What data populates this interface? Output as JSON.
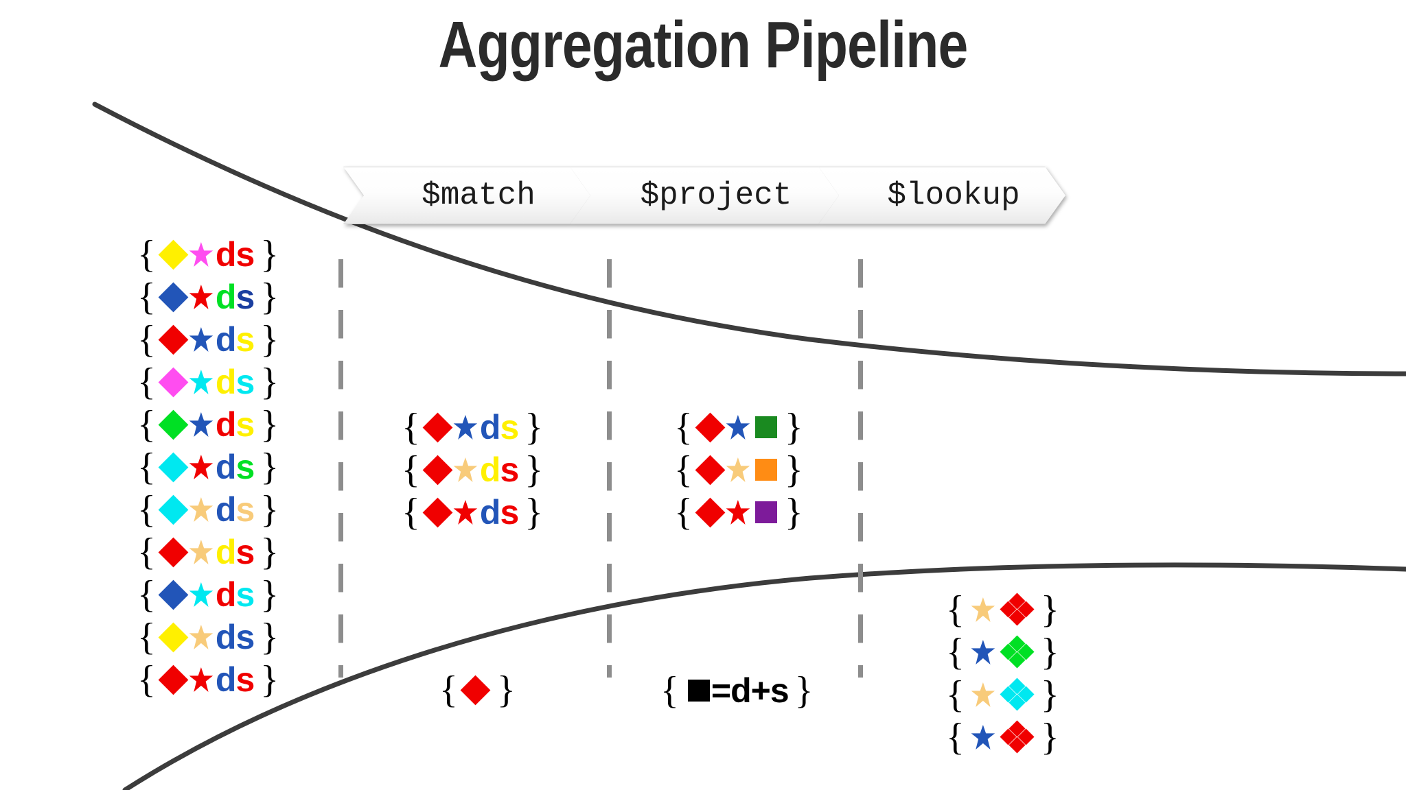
{
  "title": "Aggregation Pipeline",
  "palette": {
    "red": "#f00000",
    "blue": "#2255b8",
    "royal_blue": "#1b3fa0",
    "green": "#00e024",
    "dark_green": "#1a8a20",
    "cyan": "#00e8f0",
    "magenta": "#ff4df0",
    "yellow": "#fff000",
    "tan": "#f8cb7a",
    "orange": "#ff8c14",
    "purple": "#7d1b9a",
    "black": "#000000",
    "curve": "#3c3c3c",
    "divider": "#8d8d8d",
    "title": "#2b2b2b"
  },
  "banner": {
    "stages": [
      {
        "label": "$match"
      },
      {
        "label": "$project"
      },
      {
        "label": "$lookup"
      }
    ]
  },
  "columns": {
    "input": {
      "name": "input-documents",
      "rows": [
        {
          "shapes": [
            {
              "type": "diamond",
              "color": "#fff000"
            },
            {
              "type": "star",
              "color": "#ff4df0"
            }
          ],
          "letters": [
            {
              "char": "d",
              "color": "#f00000"
            },
            {
              "char": "s",
              "color": "#f00000"
            }
          ]
        },
        {
          "shapes": [
            {
              "type": "diamond",
              "color": "#2255b8"
            },
            {
              "type": "star",
              "color": "#f00000"
            }
          ],
          "letters": [
            {
              "char": "d",
              "color": "#00e024"
            },
            {
              "char": "s",
              "color": "#1b3fa0"
            }
          ]
        },
        {
          "shapes": [
            {
              "type": "diamond",
              "color": "#f00000"
            },
            {
              "type": "star",
              "color": "#2255b8"
            }
          ],
          "letters": [
            {
              "char": "d",
              "color": "#2255b8"
            },
            {
              "char": "s",
              "color": "#fff000"
            }
          ]
        },
        {
          "shapes": [
            {
              "type": "diamond",
              "color": "#ff4df0"
            },
            {
              "type": "star",
              "color": "#00e8f0"
            }
          ],
          "letters": [
            {
              "char": "d",
              "color": "#fff000"
            },
            {
              "char": "s",
              "color": "#00e8f0"
            }
          ]
        },
        {
          "shapes": [
            {
              "type": "diamond",
              "color": "#00e024"
            },
            {
              "type": "star",
              "color": "#2255b8"
            }
          ],
          "letters": [
            {
              "char": "d",
              "color": "#f00000"
            },
            {
              "char": "s",
              "color": "#fff000"
            }
          ]
        },
        {
          "shapes": [
            {
              "type": "diamond",
              "color": "#00e8f0"
            },
            {
              "type": "star",
              "color": "#f00000"
            }
          ],
          "letters": [
            {
              "char": "d",
              "color": "#2255b8"
            },
            {
              "char": "s",
              "color": "#00e024"
            }
          ]
        },
        {
          "shapes": [
            {
              "type": "diamond",
              "color": "#00e8f0"
            },
            {
              "type": "star",
              "color": "#f8cb7a"
            }
          ],
          "letters": [
            {
              "char": "d",
              "color": "#2255b8"
            },
            {
              "char": "s",
              "color": "#f8cb7a"
            }
          ]
        },
        {
          "shapes": [
            {
              "type": "diamond",
              "color": "#f00000"
            },
            {
              "type": "star",
              "color": "#f8cb7a"
            }
          ],
          "letters": [
            {
              "char": "d",
              "color": "#fff000"
            },
            {
              "char": "s",
              "color": "#f00000"
            }
          ]
        },
        {
          "shapes": [
            {
              "type": "diamond",
              "color": "#2255b8"
            },
            {
              "type": "star",
              "color": "#00e8f0"
            }
          ],
          "letters": [
            {
              "char": "d",
              "color": "#f00000"
            },
            {
              "char": "s",
              "color": "#00e8f0"
            }
          ]
        },
        {
          "shapes": [
            {
              "type": "diamond",
              "color": "#fff000"
            },
            {
              "type": "star",
              "color": "#f8cb7a"
            }
          ],
          "letters": [
            {
              "char": "d",
              "color": "#2255b8"
            },
            {
              "char": "s",
              "color": "#2255b8"
            }
          ]
        },
        {
          "shapes": [
            {
              "type": "diamond",
              "color": "#f00000"
            },
            {
              "type": "star",
              "color": "#f00000"
            }
          ],
          "letters": [
            {
              "char": "d",
              "color": "#2255b8"
            },
            {
              "char": "s",
              "color": "#f00000"
            }
          ]
        }
      ]
    },
    "match": {
      "name": "match-output-documents",
      "rows": [
        {
          "shapes": [
            {
              "type": "diamond",
              "color": "#f00000"
            },
            {
              "type": "star",
              "color": "#2255b8"
            }
          ],
          "letters": [
            {
              "char": "d",
              "color": "#2255b8"
            },
            {
              "char": "s",
              "color": "#fff000"
            }
          ]
        },
        {
          "shapes": [
            {
              "type": "diamond",
              "color": "#f00000"
            },
            {
              "type": "star",
              "color": "#f8cb7a"
            }
          ],
          "letters": [
            {
              "char": "d",
              "color": "#fff000"
            },
            {
              "char": "s",
              "color": "#f00000"
            }
          ]
        },
        {
          "shapes": [
            {
              "type": "diamond",
              "color": "#f00000"
            },
            {
              "type": "star",
              "color": "#f00000"
            }
          ],
          "letters": [
            {
              "char": "d",
              "color": "#2255b8"
            },
            {
              "char": "s",
              "color": "#f00000"
            }
          ]
        }
      ]
    },
    "project": {
      "name": "project-output-documents",
      "rows": [
        {
          "shapes": [
            {
              "type": "diamond",
              "color": "#f00000"
            },
            {
              "type": "star",
              "color": "#2255b8"
            },
            {
              "type": "square",
              "color": "#1a8a20"
            }
          ],
          "letters": []
        },
        {
          "shapes": [
            {
              "type": "diamond",
              "color": "#f00000"
            },
            {
              "type": "star",
              "color": "#f8cb7a"
            },
            {
              "type": "square",
              "color": "#ff8c14"
            }
          ],
          "letters": []
        },
        {
          "shapes": [
            {
              "type": "diamond",
              "color": "#f00000"
            },
            {
              "type": "star",
              "color": "#f00000"
            },
            {
              "type": "square",
              "color": "#7d1b9a"
            }
          ],
          "letters": []
        }
      ]
    },
    "lookup": {
      "name": "lookup-output-documents",
      "rows": [
        {
          "shapes": [
            {
              "type": "star",
              "color": "#f8cb7a"
            },
            {
              "type": "quad-diamond",
              "color": "#f00000"
            }
          ],
          "letters": []
        },
        {
          "shapes": [
            {
              "type": "star",
              "color": "#2255b8"
            },
            {
              "type": "quad-diamond",
              "color": "#00e024"
            }
          ],
          "letters": []
        },
        {
          "shapes": [
            {
              "type": "star",
              "color": "#f8cb7a"
            },
            {
              "type": "quad-diamond",
              "color": "#00e8f0"
            }
          ],
          "letters": []
        },
        {
          "shapes": [
            {
              "type": "star",
              "color": "#2255b8"
            },
            {
              "type": "quad-diamond",
              "color": "#f00000"
            }
          ],
          "letters": []
        }
      ]
    }
  },
  "captions": {
    "match": {
      "name": "match-criteria-caption",
      "shape": {
        "type": "diamond",
        "color": "#f00000"
      },
      "text": ""
    },
    "project": {
      "name": "project-formula-caption",
      "shape": {
        "type": "square",
        "color": "#000000"
      },
      "text": "=d+s"
    }
  }
}
